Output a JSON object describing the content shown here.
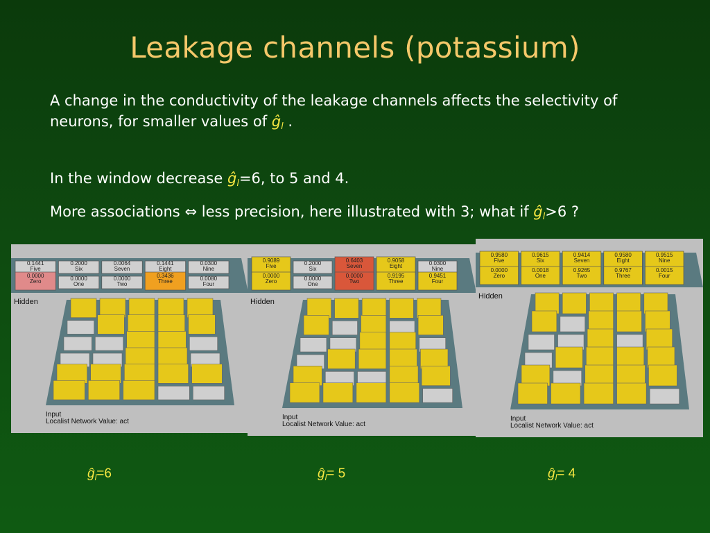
{
  "slide": {
    "title": "Leakage channels (potassium)",
    "para1_a": "A change in the conductivity of the leakage channels affects the selectivity of",
    "para1_b": "neurons, for smaller values of",
    "para1_end": " .",
    "para2_a": "In the window decrease",
    "para2_b": "=6, to 5 and 4.",
    "para3_a": "More associations",
    "para3_arrow": "⇔",
    "para3_b": "less precision, here illustrated with 3; what if",
    "para3_c": ">6  ?",
    "g_symbol": "ĝ",
    "g_sub": "l"
  },
  "panels": [
    {
      "caption_value": "=6",
      "hidden_label": "Hidden",
      "input_label": "Input",
      "footer": "Localist  Network Value: act",
      "top_values": [
        "0.1441",
        "0.2000",
        "0.0064",
        "0.1441",
        "0.0300"
      ],
      "top_names": [
        "Five",
        "Six",
        "Seven",
        "Eight",
        "Nine"
      ],
      "bottom_values": [
        "0.0000",
        "0.0000",
        "0.0000",
        "0.3436",
        "0.0080"
      ],
      "bottom_names": [
        "Zero",
        "One",
        "Two",
        "Three",
        "Four"
      ]
    },
    {
      "caption_value": "= 5",
      "hidden_label": "Hidden",
      "input_label": "Input",
      "footer": "Localist  Network Value: act",
      "top_values": [
        "0.9089",
        "0.2000",
        "0.6403",
        "0.9058",
        "0.0300"
      ],
      "top_names": [
        "Five",
        "Six",
        "Seven",
        "Eight",
        "Nine"
      ],
      "bottom_values": [
        "0.0000",
        "0.0000",
        "0.0000",
        "0.9195",
        "0.9451"
      ],
      "bottom_names": [
        "Zero",
        "One",
        "Two",
        "Three",
        "Four"
      ]
    },
    {
      "caption_value": "= 4",
      "hidden_label": "Hidden",
      "input_label": "Input",
      "footer": "Localist  Network Value: act",
      "top_values": [
        "0.9580",
        "0.9615",
        "0.9414",
        "0.9580",
        "0.9515"
      ],
      "top_names": [
        "Five",
        "Six",
        "Seven",
        "Eight",
        "Nine"
      ],
      "bottom_values": [
        "0.0000",
        "0.0018",
        "0.9265",
        "0.9767",
        "0.0015"
      ],
      "bottom_names": [
        "Zero",
        "One",
        "Two",
        "Three",
        "Four"
      ]
    }
  ],
  "colors": {
    "title": "#f5c86a",
    "highlight": "#f5e642",
    "active_unit": "#e6c81a",
    "red_unit": "#d9573a",
    "orange_unit": "#f0a020"
  }
}
